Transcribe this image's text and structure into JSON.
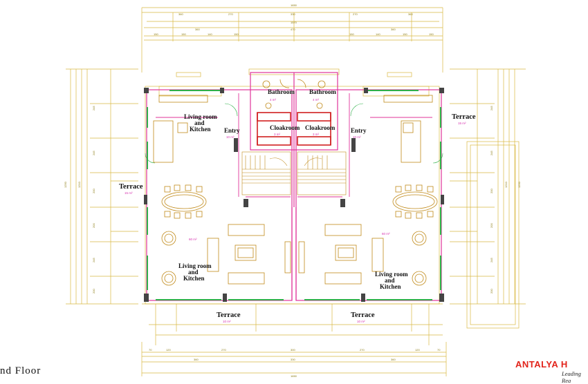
{
  "plan": {
    "floor_title": "nd Floor",
    "brand": "ANTALYA H",
    "slogan": "Leading Rea",
    "colors": {
      "dimension": "#d9b840",
      "wall_pink": "#e0339a",
      "wall_green": "#2fb04a",
      "wall_red": "#d02020",
      "furniture": "#c08a1a",
      "text": "#111111",
      "brand": "#e2231a"
    },
    "rooms": {
      "bathroom_left": "Bathroom",
      "bathroom_right": "Bathroom",
      "bathroom_left_area": "4 m²",
      "bathroom_right_area": "4 m²",
      "cloakroom_left": "Cloakroom",
      "cloakroom_right": "Cloakroom",
      "cloakroom_left_area": "3 m²",
      "cloakroom_right_area": "3 m²",
      "entry_left": "Entry",
      "entry_right": "Entry",
      "entry_left_area": "10 m²",
      "entry_right_area": "10 m²",
      "living_top_left_1": "Living room",
      "living_top_left_2": "and",
      "living_top_left_3": "Kitchen",
      "living_bottom_left_1": "Living room",
      "living_bottom_left_2": "and",
      "living_bottom_left_3": "Kitchen",
      "living_right_1": "Living room",
      "living_right_2": "and",
      "living_right_3": "Kitchen",
      "living_left_area": "60 m²",
      "living_right_area": "60 m²",
      "terrace_left": "Terrace",
      "terrace_left_area": "15 m²",
      "terrace_right": "Terrace",
      "terrace_right_area": "15 m²",
      "terrace_bottom_left": "Terrace",
      "terrace_bottom_left_area": "10 m²",
      "terrace_bottom_right": "Terrace",
      "terrace_bottom_right_area": "10 m²"
    },
    "dimensions": {
      "top_total": "1650",
      "top_row1": [
        "360",
        "270",
        "330",
        "270",
        "360"
      ],
      "top_row2": "1570",
      "top_row3": [
        "360",
        "470",
        "360"
      ],
      "top_row4": [
        "150",
        "150",
        "140",
        "150",
        "150",
        "140",
        "150",
        "150"
      ],
      "bottom_total": "1650",
      "bottom_row1": [
        "70",
        "120",
        "270",
        "300",
        "270",
        "120",
        "70"
      ],
      "bottom_row2": [
        "360",
        "330",
        "360"
      ],
      "left_side": [
        "1250",
        "1210",
        "245",
        "245",
        "200",
        "200",
        "245",
        "200"
      ],
      "right_side": [
        "1250",
        "1210",
        "245",
        "245",
        "200",
        "200",
        "245",
        "200"
      ]
    }
  }
}
